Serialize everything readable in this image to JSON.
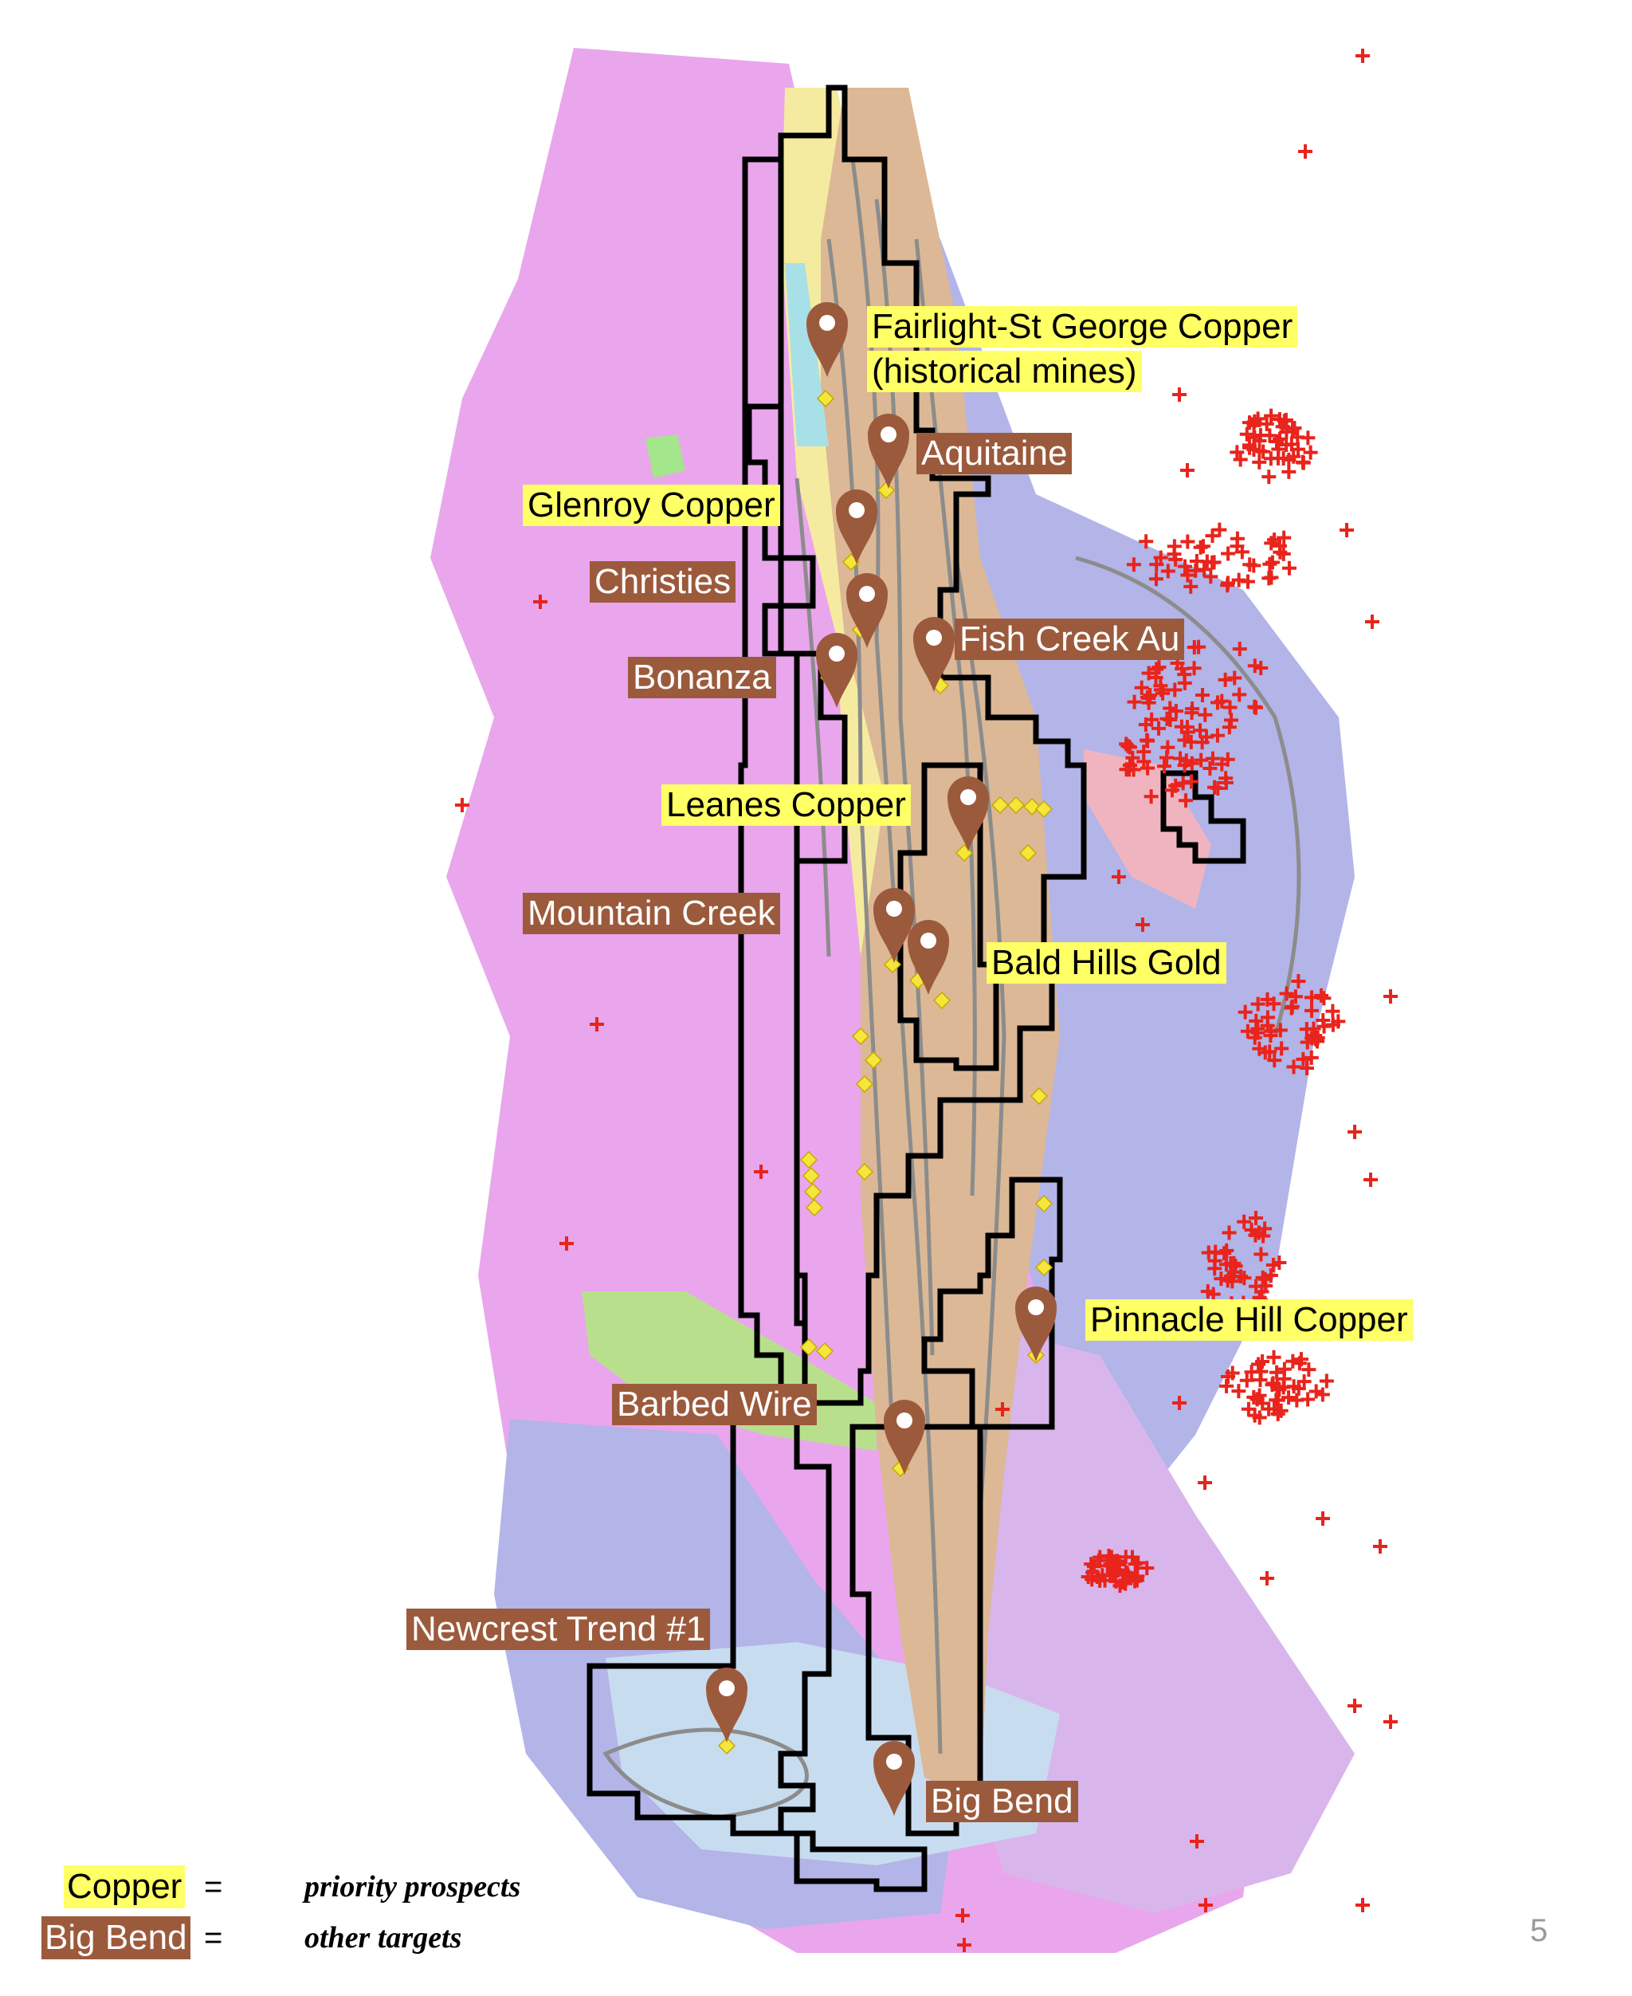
{
  "colors": {
    "copper_label_bg": "#ffff66",
    "other_label_bg": "#9c5a3c",
    "marker": "#9c5a3c",
    "cross": "#e8241c",
    "diamond": "#f5e63a",
    "tenement_outline": "#000000"
  },
  "labels": {
    "fairlight": "Fairlight-St George Copper",
    "fairlight_sub": "(historical mines)",
    "aquitaine": "Aquitaine",
    "glenroy": "Glenroy Copper",
    "christies": "Christies",
    "fish_creek": "Fish Creek Au",
    "bonanza": "Bonanza",
    "leanes": "Leanes Copper",
    "mountain_creek": "Mountain Creek",
    "bald_hills": "Bald Hills Gold",
    "pinnacle_hill": "Pinnacle Hill Copper",
    "barbed_wire": "Barbed Wire",
    "newcrest": "Newcrest Trend #1",
    "big_bend": "Big Bend"
  },
  "legend": {
    "copper_key": "Copper",
    "other_key": "Big Bend",
    "equals": "=",
    "priority": "priority prospects",
    "other": "other targets"
  },
  "page_number": "5"
}
